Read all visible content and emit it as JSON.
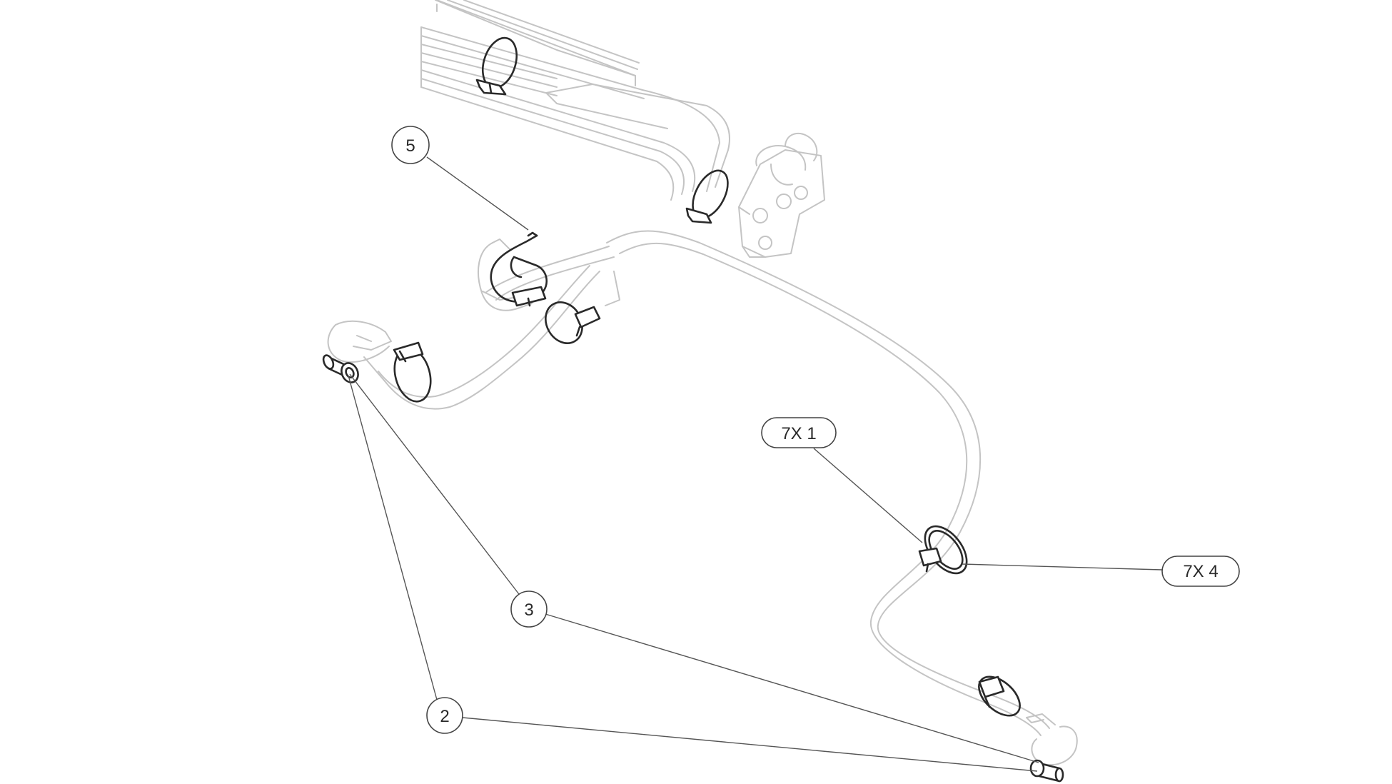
{
  "callouts": {
    "c5": "5",
    "c7x1": "7X 1",
    "c7x4": "7X 4",
    "c3": "3",
    "c2": "2"
  },
  "colors": {
    "ghost_line": "#c4c4c4",
    "part_line": "#2a2a2a",
    "leader_line": "#555555"
  }
}
